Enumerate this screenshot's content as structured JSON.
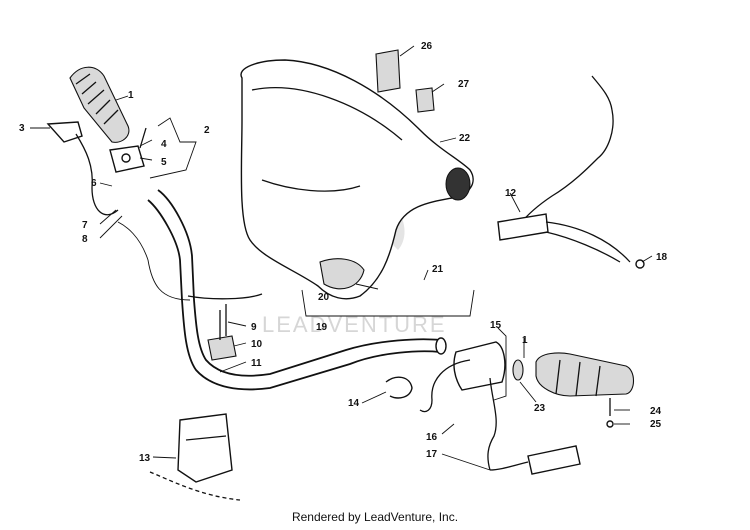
{
  "watermark": "LEADVENTURE",
  "footer": "Rendered by LeadVenture, Inc.",
  "callouts": {
    "c1a": "1",
    "c1b": "1",
    "c2": "2",
    "c3": "3",
    "c4": "4",
    "c5": "5",
    "c6": "6",
    "c7": "7",
    "c8": "8",
    "c9": "9",
    "c10": "10",
    "c11": "11",
    "c12": "12",
    "c13": "13",
    "c14": "14",
    "c15": "15",
    "c16": "16",
    "c17": "17",
    "c18": "18",
    "c19": "19",
    "c20": "20",
    "c21": "21",
    "c22": "22",
    "c23": "23",
    "c24": "24",
    "c25": "25",
    "c26": "26",
    "c27": "27"
  }
}
